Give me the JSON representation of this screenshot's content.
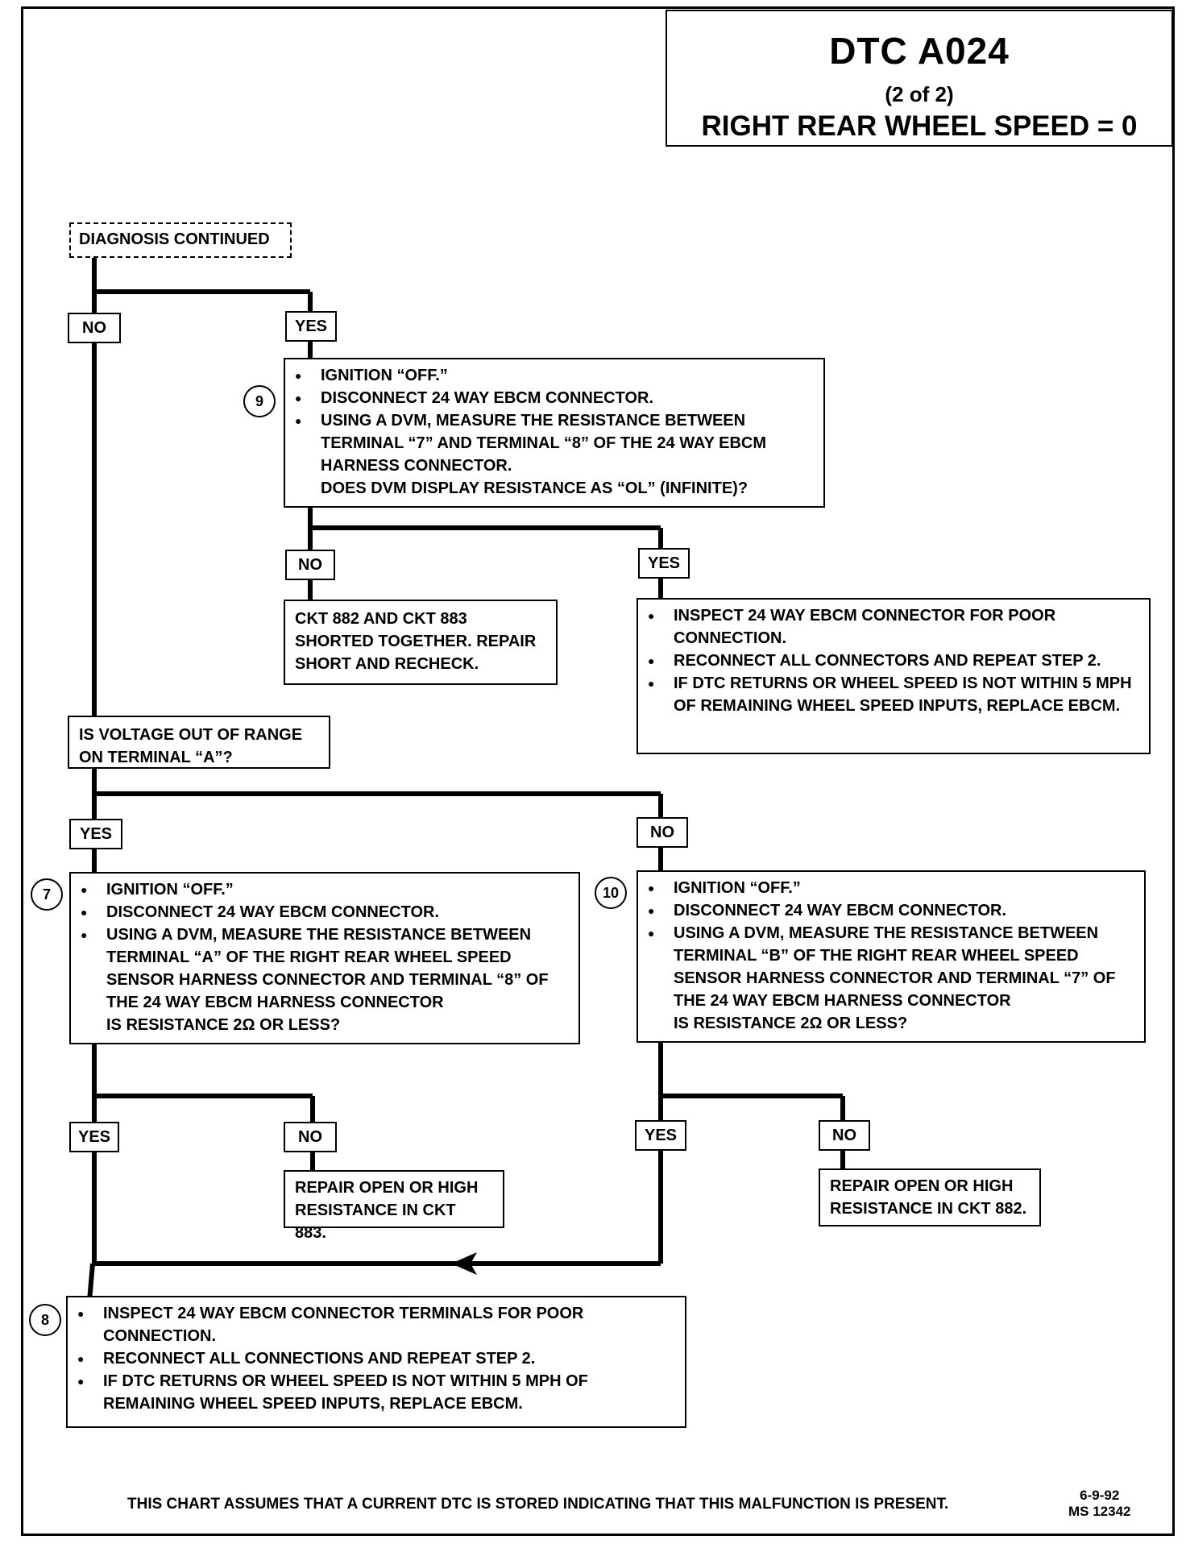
{
  "title": {
    "code": "DTC A024",
    "part": "(2 of 2)",
    "subtitle": "RIGHT REAR WHEEL SPEED  =  0"
  },
  "start": "DIAGNOSIS CONTINUED",
  "labels": {
    "no": "NO",
    "yes": "YES"
  },
  "step9": {
    "number": "9",
    "bullets": [
      "IGNITION “OFF.”",
      "DISCONNECT 24 WAY EBCM CONNECTOR.",
      "USING A DVM, MEASURE THE RESISTANCE BETWEEN TERMINAL “7” AND TERMINAL “8” OF THE 24 WAY EBCM HARNESS CONNECTOR."
    ],
    "question": "DOES DVM DISPLAY RESISTANCE AS “OL” (INFINITE)?"
  },
  "result_9_no": "CKT 882 AND CKT 883 SHORTED TOGETHER.  REPAIR SHORT AND RECHECK.",
  "result_9_yes": [
    "INSPECT 24 WAY EBCM CONNECTOR FOR POOR CONNECTION.",
    "RECONNECT ALL CONNECTORS AND REPEAT STEP 2.",
    "IF DTC RETURNS OR WHEEL SPEED IS NOT WITHIN 5 MPH OF REMAINING WHEEL SPEED INPUTS, REPLACE EBCM."
  ],
  "voltage_question": "IS VOLTAGE OUT OF RANGE ON TERMINAL “A”?",
  "step7": {
    "number": "7",
    "bullets": [
      "IGNITION “OFF.”",
      "DISCONNECT 24 WAY EBCM CONNECTOR.",
      "USING A DVM, MEASURE THE RESISTANCE BETWEEN TERMINAL “A” OF THE RIGHT REAR WHEEL SPEED SENSOR HARNESS CONNECTOR AND TERMINAL “8” OF THE 24 WAY EBCM HARNESS CONNECTOR"
    ],
    "question": "IS RESISTANCE 2Ω OR LESS?"
  },
  "step10": {
    "number": "10",
    "bullets": [
      "IGNITION “OFF.”",
      "DISCONNECT 24 WAY EBCM CONNECTOR.",
      "USING A DVM, MEASURE THE RESISTANCE BETWEEN TERMINAL “B” OF THE RIGHT REAR WHEEL SPEED SENSOR HARNESS CONNECTOR AND TERMINAL “7” OF THE 24 WAY EBCM HARNESS CONNECTOR"
    ],
    "question": "IS RESISTANCE 2Ω OR LESS?"
  },
  "repair_883": "REPAIR OPEN OR HIGH RESISTANCE IN CKT 883.",
  "repair_882": "REPAIR OPEN OR HIGH RESISTANCE IN CKT 882.",
  "step8": {
    "number": "8",
    "bullets": [
      "INSPECT 24 WAY EBCM CONNECTOR TERMINALS FOR POOR CONNECTION.",
      "RECONNECT ALL CONNECTIONS AND REPEAT STEP 2.",
      "IF DTC RETURNS OR WHEEL SPEED IS NOT WITHIN 5 MPH OF REMAINING WHEEL SPEED INPUTS, REPLACE EBCM."
    ]
  },
  "footer": "THIS CHART ASSUMES THAT A CURRENT DTC IS STORED INDICATING THAT THIS MALFUNCTION IS PRESENT.",
  "date": "6-9-92",
  "code": "MS 12342"
}
